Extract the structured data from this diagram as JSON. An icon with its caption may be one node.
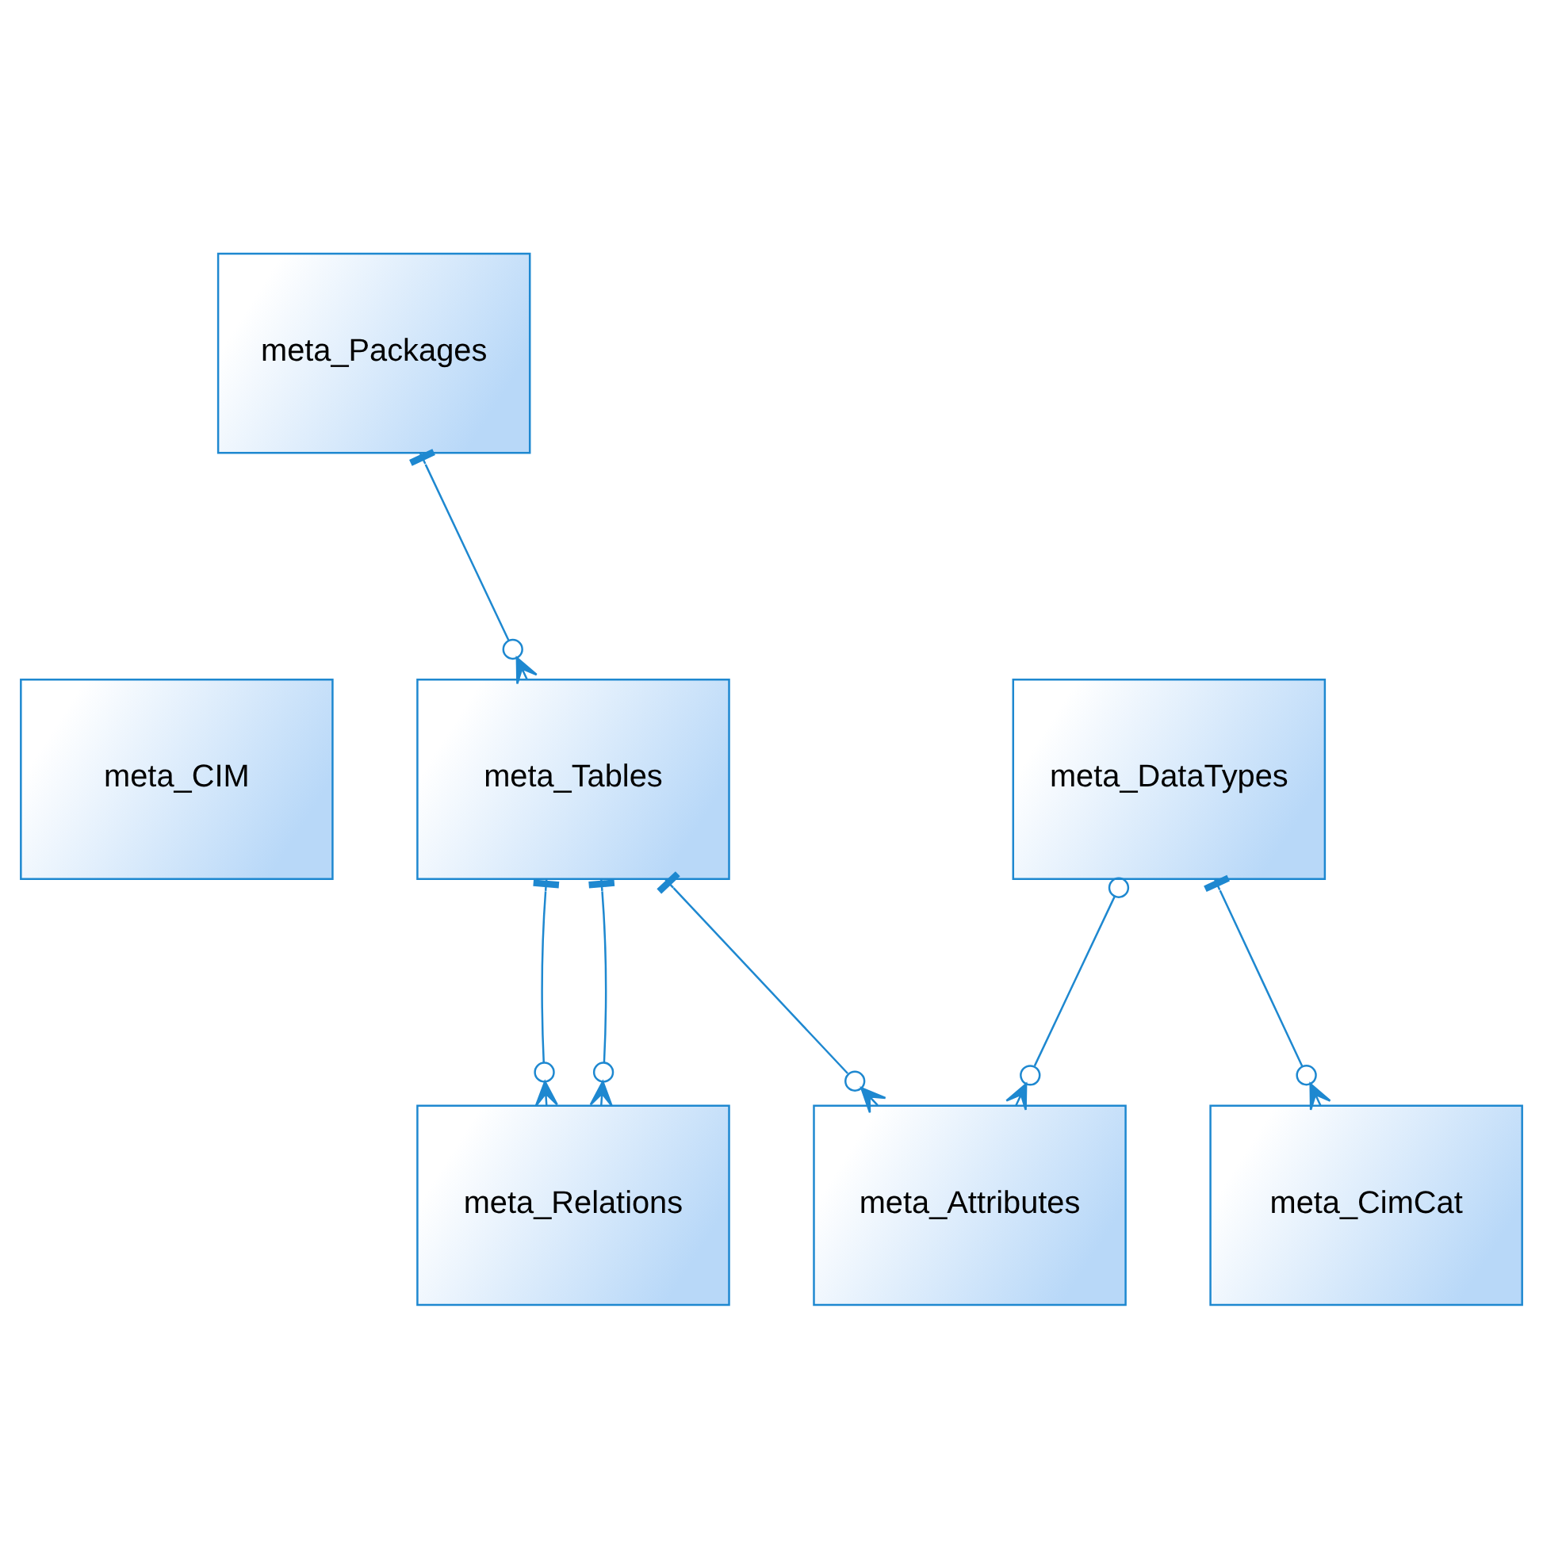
{
  "diagram": {
    "nodes": [
      {
        "text": [
          "meta_Packages"
        ]
      },
      {
        "text": [
          "meta_CIM"
        ]
      },
      {
        "text": [
          "meta_Tables"
        ]
      },
      {
        "text": [
          "meta_DataTypes"
        ]
      },
      {
        "text": [
          "meta_Relations"
        ]
      },
      {
        "text": [
          "meta_Attributes"
        ]
      },
      {
        "text": [
          "meta_CimCat"
        ]
      }
    ],
    "edges": [
      {
        "from": 0,
        "to": 2,
        "arrow": "other"
      },
      {
        "from": 2,
        "to": 4,
        "arrow": "other"
      },
      {
        "from": 2,
        "to": 4,
        "arrow": "other"
      },
      {
        "from": 2,
        "to": 5,
        "arrow": "other"
      },
      {
        "from": 3,
        "to": 5,
        "arrow": "other"
      },
      {
        "from": 3,
        "to": 6,
        "arrow": "other"
      }
    ]
  }
}
